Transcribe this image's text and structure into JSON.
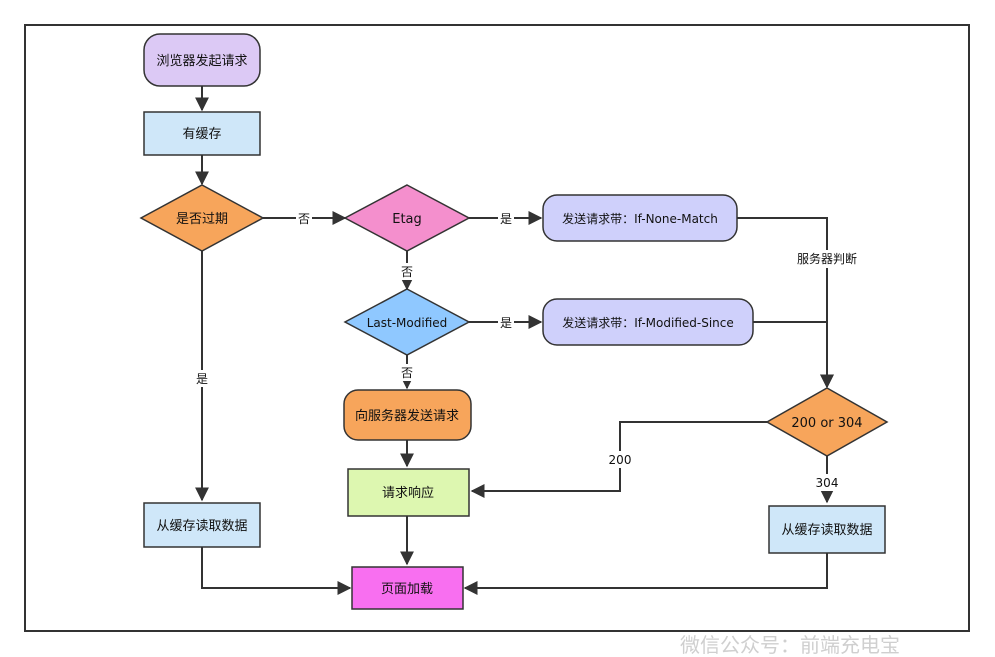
{
  "nodes": {
    "start": "浏览器发起请求",
    "has_cache": "有缓存",
    "expired": "是否过期",
    "etag": "Etag",
    "last_modified": "Last-Modified",
    "send_server": "向服务器发送请求",
    "response": "请求响应",
    "read_cache_left": "从缓存读取数据",
    "page_load": "页面加载",
    "req_if_none_match": "发送请求带：If-None-Match",
    "req_if_modified_since": "发送请求带：If-Modified-Since",
    "status_decision": "200 or 304",
    "read_cache_right": "从缓存读取数据"
  },
  "edges": {
    "expired_no": "否",
    "etag_yes": "是",
    "etag_no": "否",
    "lm_yes": "是",
    "lm_no": "否",
    "expired_yes": "是",
    "server_judge": "服务器判断",
    "status_200": "200",
    "status_304": "304"
  },
  "watermark": "微信公众号：前端充电宝",
  "colors": {
    "purple_node": "#dcc9f5",
    "blue_node": "#cfe7f9",
    "orange": "#f7a55b",
    "pink": "#f48fcd",
    "sky": "#8fc8ff",
    "green": "#ddf7b0",
    "magenta": "#f86ff0",
    "lavender": "#cfd0fb"
  }
}
